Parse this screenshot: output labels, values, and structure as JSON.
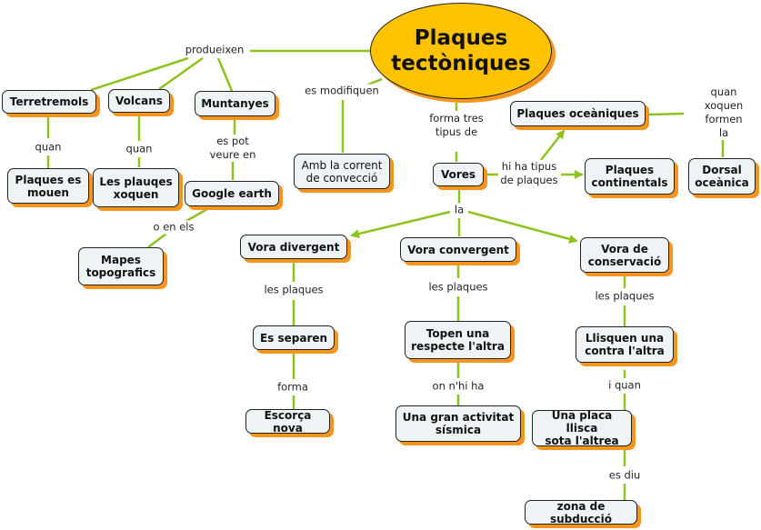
{
  "title": "Plaques\ntectòniques",
  "colors": {
    "link_line": "#8dc21f",
    "node_fill": "#eef3f6",
    "node_shadow": "#f7941d",
    "main_fill": "#fdc300"
  },
  "nodes": {
    "terretremols": "Terretremols",
    "volcans": "Volcans",
    "muntanyes": "Muntanyes",
    "plaques_es_mouen": "Plaques es\nmouen",
    "les_plauqes_xoquen": "Les plauqes\nxoquen",
    "google_earth": "Google earth",
    "mapes_topografics": "Mapes\ntopografics",
    "amb_la_corrent": "Amb la corrent\nde convecció",
    "vores": "Vores",
    "plaques_oceaniques": "Plaques oceàniques",
    "plaques_continentals": "Plaques\ncontinentals",
    "dorsal_oceanica": "Dorsal\noceànica",
    "vora_divergent": "Vora divergent",
    "vora_convergent": "Vora convergent",
    "vora_de_conservacio": "Vora de\nconservació",
    "es_separen": "Es separen",
    "topen_una": "Topen una\nrespecte l'altra",
    "llisquen_una": "Llisquen una\ncontra l'altra",
    "escorca_nova": "Escorça nova",
    "gran_activitat": "Una gran activitat\nsísmica",
    "una_placa_llisca": "Una placa llisca\nsota l'altrea",
    "zona_subduccio": "zona de subducció"
  },
  "links": {
    "produeixen": "produeixen",
    "quan_1": "quan",
    "quan_2": "quan",
    "es_pot_veure_en": "es pot\nveure en",
    "o_en_els": "o en els",
    "es_modifiquen": "es modifiquen",
    "forma_tres_tipus_de": "forma tres\ntipus de",
    "hi_ha_tipus_de_plaques": "hi ha tipus\nde plaques",
    "quan_xoquen_formen_la": "quan xoquen\nformen la",
    "la": "la",
    "les_plaques_1": "les plaques",
    "les_plaques_2": "les plaques",
    "les_plaques_3": "les plaques",
    "forma": "forma",
    "on_nhi_ha": "on n'hi ha",
    "i_quan": "i quan",
    "es_diu": "es diu"
  }
}
